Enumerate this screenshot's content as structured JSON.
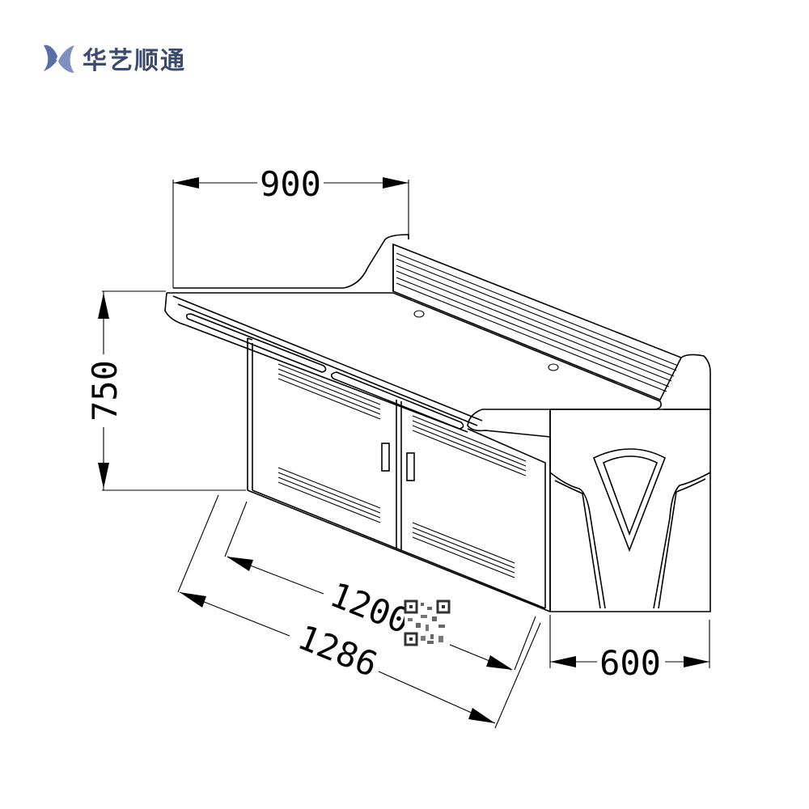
{
  "brand": {
    "name": "华艺顺通",
    "mark_color": "#5a6fa8",
    "text_color": "#3c4a6e"
  },
  "dimensions": {
    "top_width": "900",
    "height": "750",
    "inner_length": "1200",
    "outer_length": "1286",
    "depth": "600"
  },
  "icons": [
    "logo-mark",
    "qr-code"
  ]
}
